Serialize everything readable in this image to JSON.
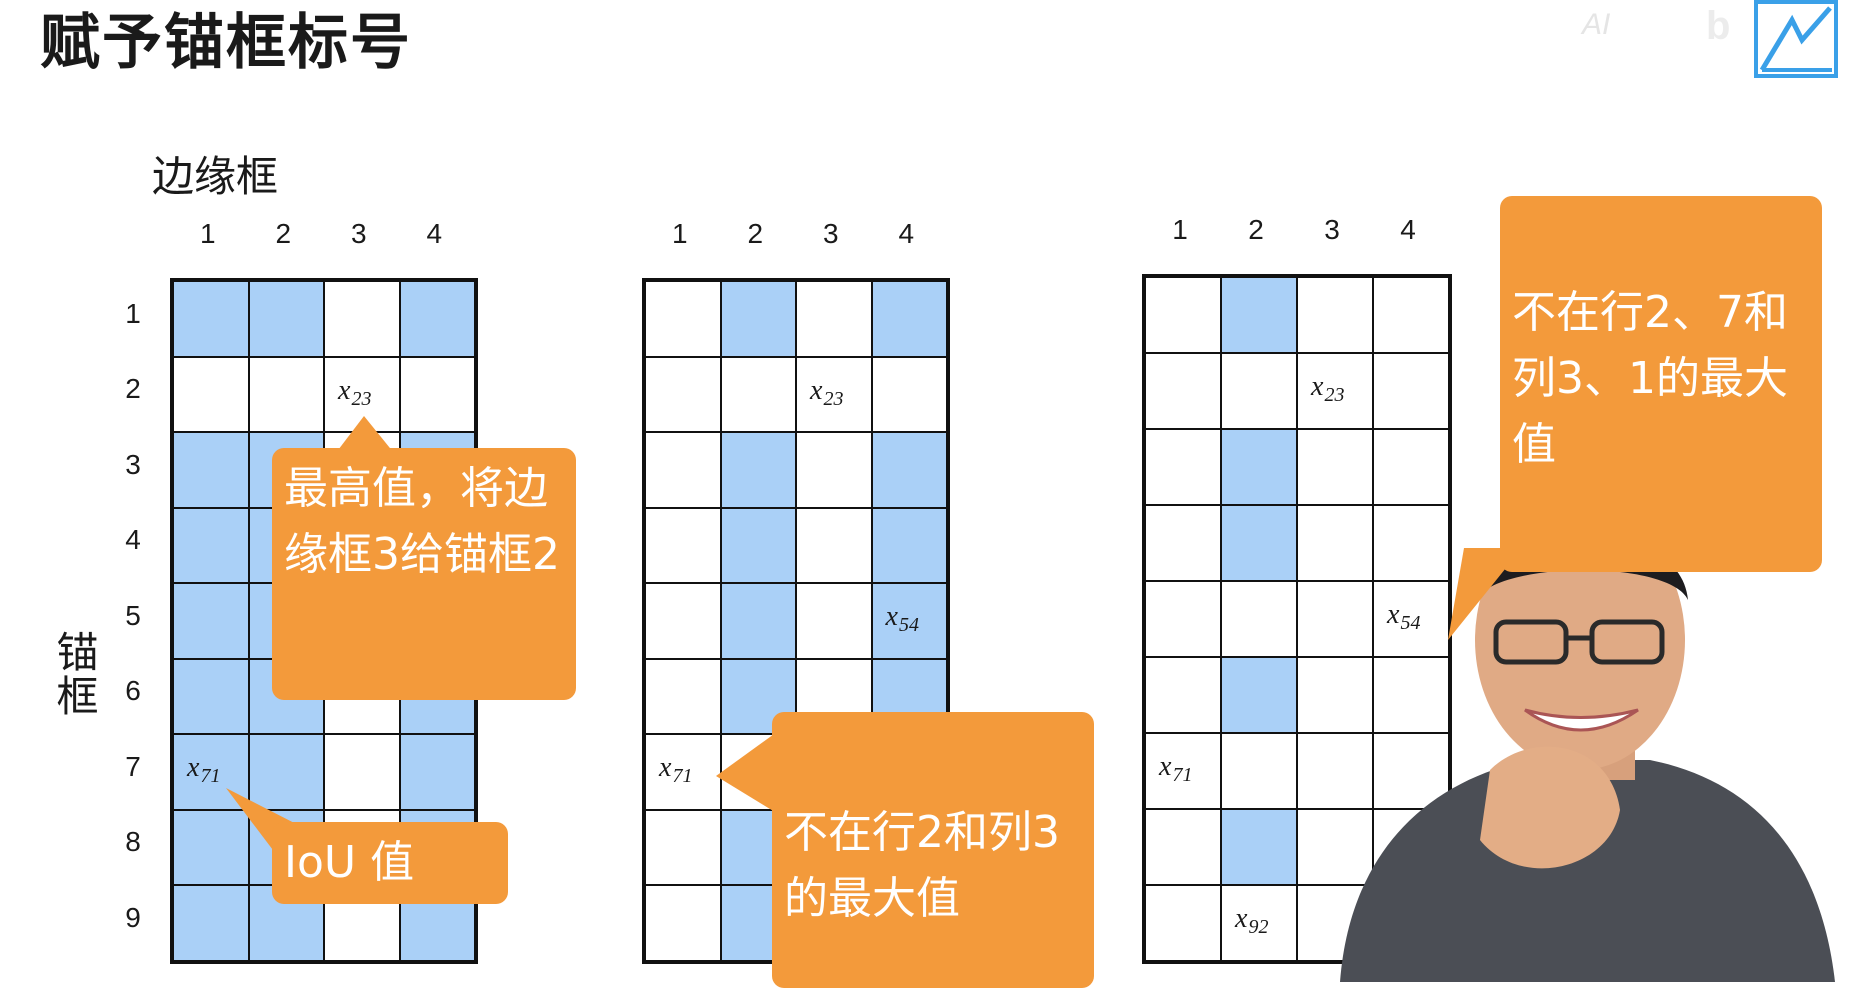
{
  "slide": {
    "title": "赋予锚框标号",
    "column_axis_label": "边缘框",
    "row_axis_label": "锚框",
    "column_numbers": [
      "1",
      "2",
      "3",
      "4"
    ],
    "row_numbers": [
      "1",
      "2",
      "3",
      "4",
      "5",
      "6",
      "7",
      "8",
      "9"
    ]
  },
  "tables": [
    {
      "highlighted_rows": [
        1,
        3,
        4,
        5,
        6,
        7,
        8,
        9
      ],
      "highlighted_columns_all": [
        1,
        2,
        4
      ],
      "cells": {
        "x23": {
          "base": "x",
          "sub": "23"
        },
        "x71": {
          "base": "x",
          "sub": "71"
        }
      }
    },
    {
      "cells": {
        "x23": {
          "base": "x",
          "sub": "23"
        },
        "x54": {
          "base": "x",
          "sub": "54"
        },
        "x71": {
          "base": "x",
          "sub": "71"
        }
      }
    },
    {
      "cells": {
        "x23": {
          "base": "x",
          "sub": "23"
        },
        "x54": {
          "base": "x",
          "sub": "54"
        },
        "x71": {
          "base": "x",
          "sub": "71"
        },
        "x92": {
          "base": "x",
          "sub": "92"
        }
      }
    }
  ],
  "callouts": {
    "highest_value": "最高值，将边缘框3给锚框2",
    "iou_value": "IoU 值",
    "not_in_row2_col3": "不在行2和列3的最大值",
    "not_in_rows_2_7_cols_3_1": "不在行2、7和列3、1的最大值"
  },
  "colors": {
    "highlight": "#aad0f7",
    "callout": "#f39a3b",
    "grid_line": "#111111"
  },
  "icons": [
    "bilibili-logo-icon"
  ]
}
